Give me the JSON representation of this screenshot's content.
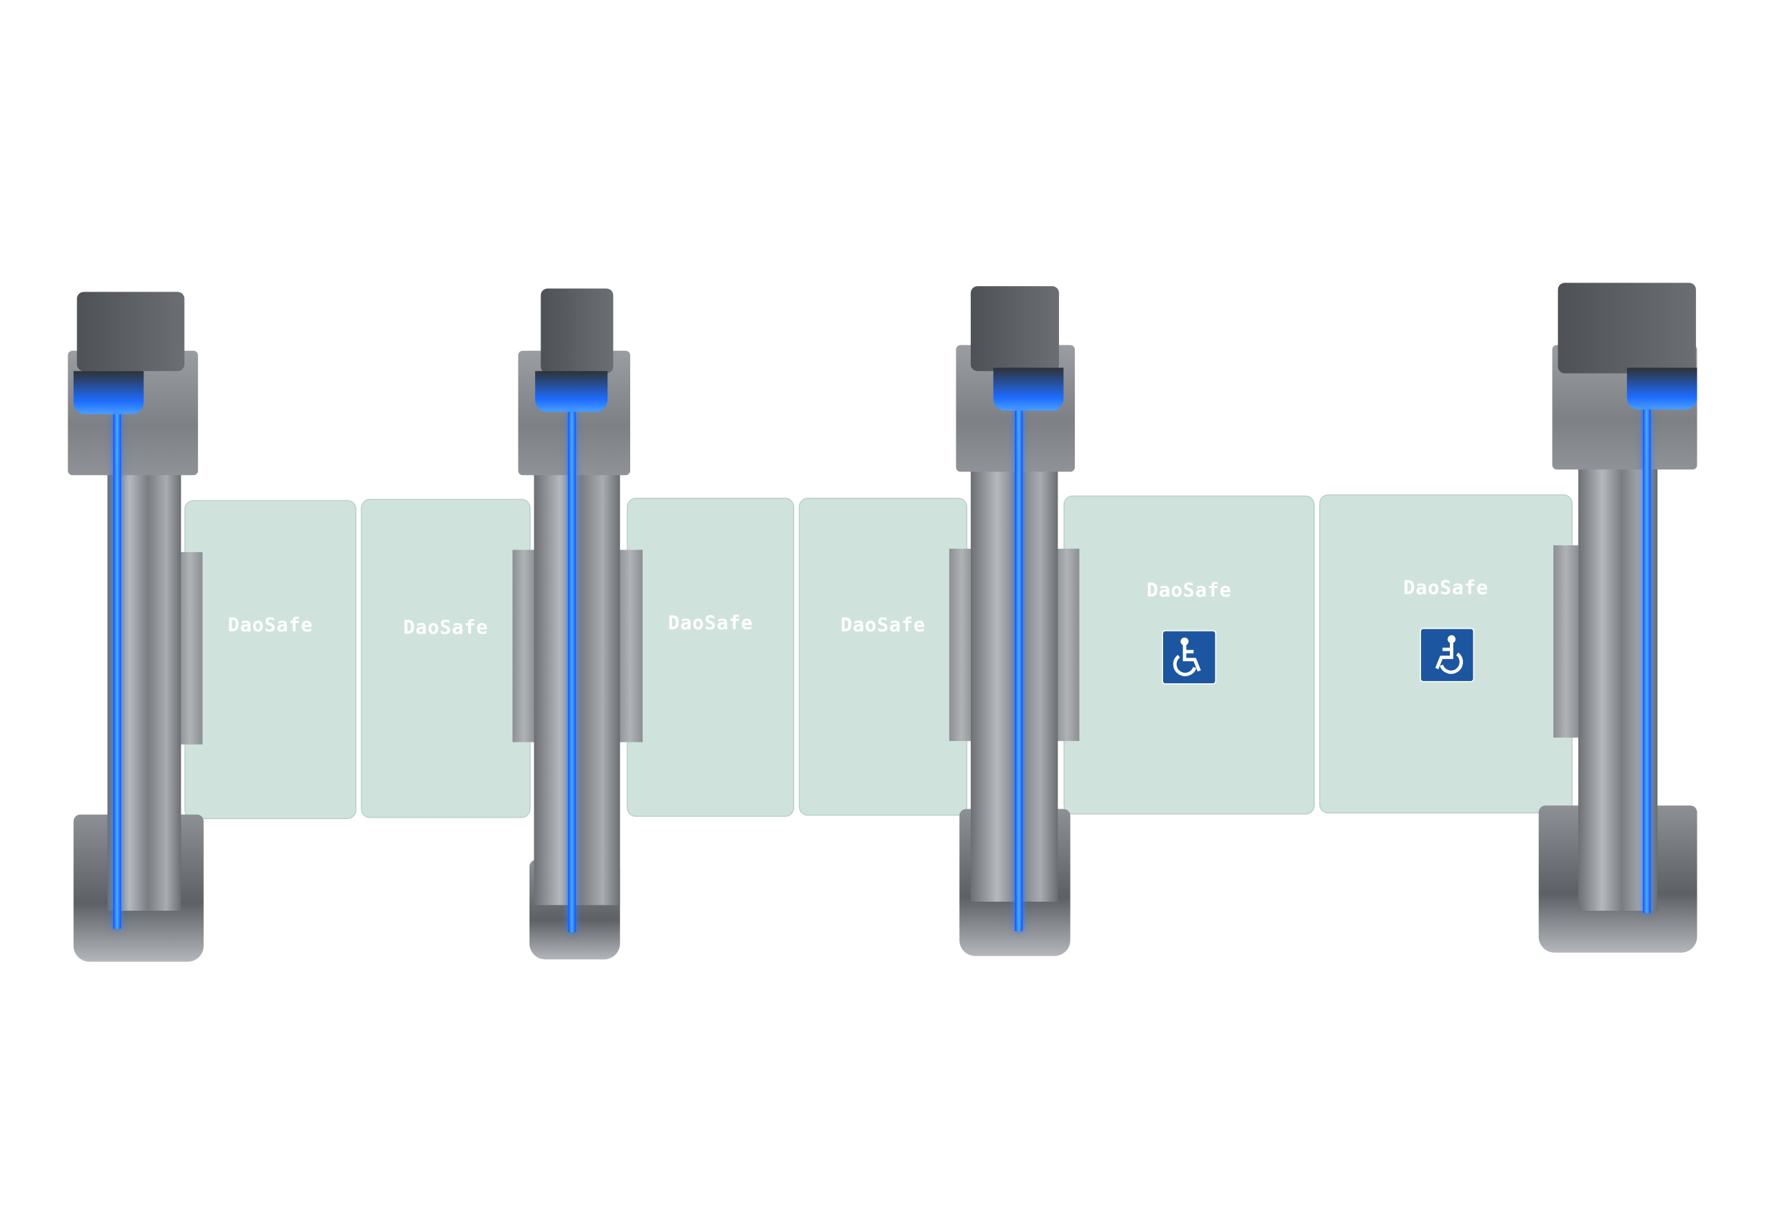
{
  "panels": [
    {
      "brand": "DaoSafe"
    },
    {
      "brand": "DaoSafe"
    },
    {
      "brand": "DaoSafe"
    },
    {
      "brand": "DaoSafe"
    },
    {
      "brand": "DaoSafe",
      "icon": "wheelchair-accessibility-icon"
    },
    {
      "brand": "DaoSafe",
      "icon": "wheelchair-accessibility-icon"
    }
  ],
  "colors": {
    "glass": "#cfe3dc",
    "led": "#2f7dff",
    "sign": "#1c56a0"
  }
}
